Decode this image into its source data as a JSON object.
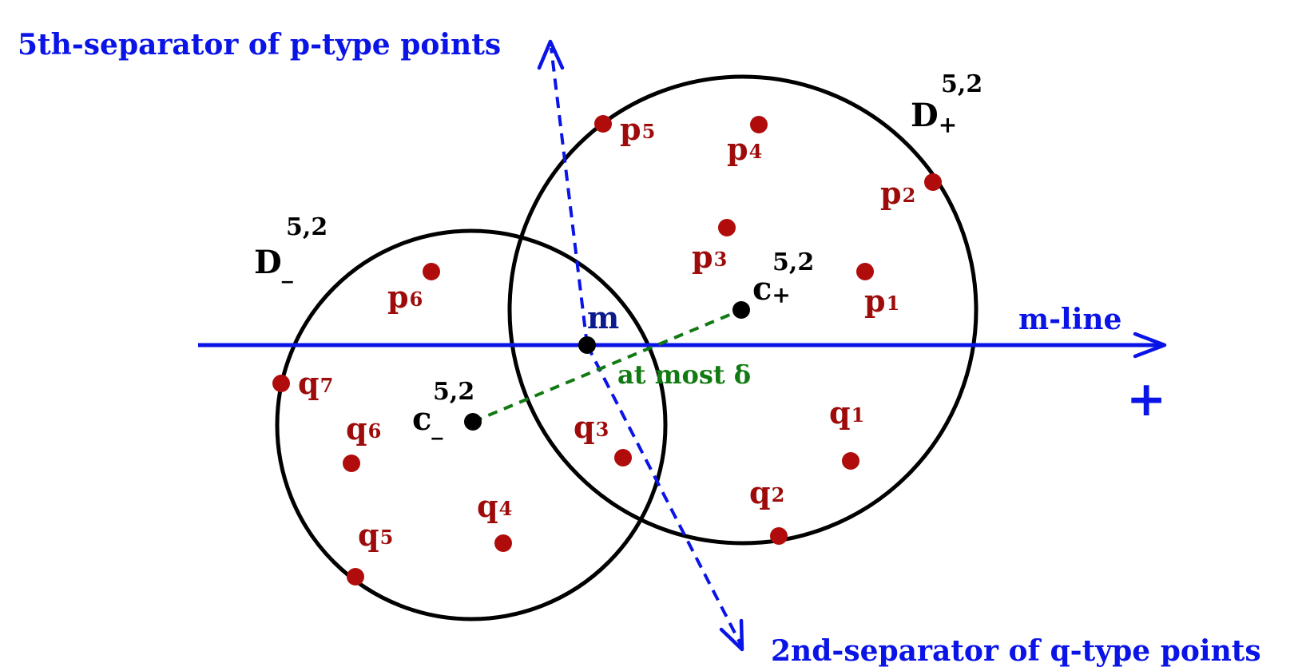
{
  "labels": {
    "sep_p": "5th-separator of p-type points",
    "sep_q": "2nd-separator of q-type points",
    "m_line": "m-line",
    "plus": "+",
    "dist": "at most δ",
    "m": "m",
    "d_plus": {
      "base": "D",
      "sub": "+",
      "sup": "5,2"
    },
    "d_minus": {
      "base": "D",
      "sub": "_",
      "sup": "5,2"
    },
    "c_plus": {
      "base": "c",
      "sub": "+",
      "sup": "5,2"
    },
    "c_minus": {
      "base": "c",
      "sub": "_",
      "sup": "5,2"
    }
  },
  "points": {
    "p": [
      {
        "name": "p",
        "index": "1"
      },
      {
        "name": "p",
        "index": "2"
      },
      {
        "name": "p",
        "index": "3"
      },
      {
        "name": "p",
        "index": "4"
      },
      {
        "name": "p",
        "index": "5"
      },
      {
        "name": "p",
        "index": "6"
      }
    ],
    "q": [
      {
        "name": "q",
        "index": "1"
      },
      {
        "name": "q",
        "index": "2"
      },
      {
        "name": "q",
        "index": "3"
      },
      {
        "name": "q",
        "index": "4"
      },
      {
        "name": "q",
        "index": "5"
      },
      {
        "name": "q",
        "index": "6"
      },
      {
        "name": "q",
        "index": "7"
      }
    ]
  },
  "colors": {
    "line_blue": "#0a14e6",
    "point_red": "#b00c0c",
    "distance_green": "#127a12",
    "circle_black": "#000000"
  }
}
